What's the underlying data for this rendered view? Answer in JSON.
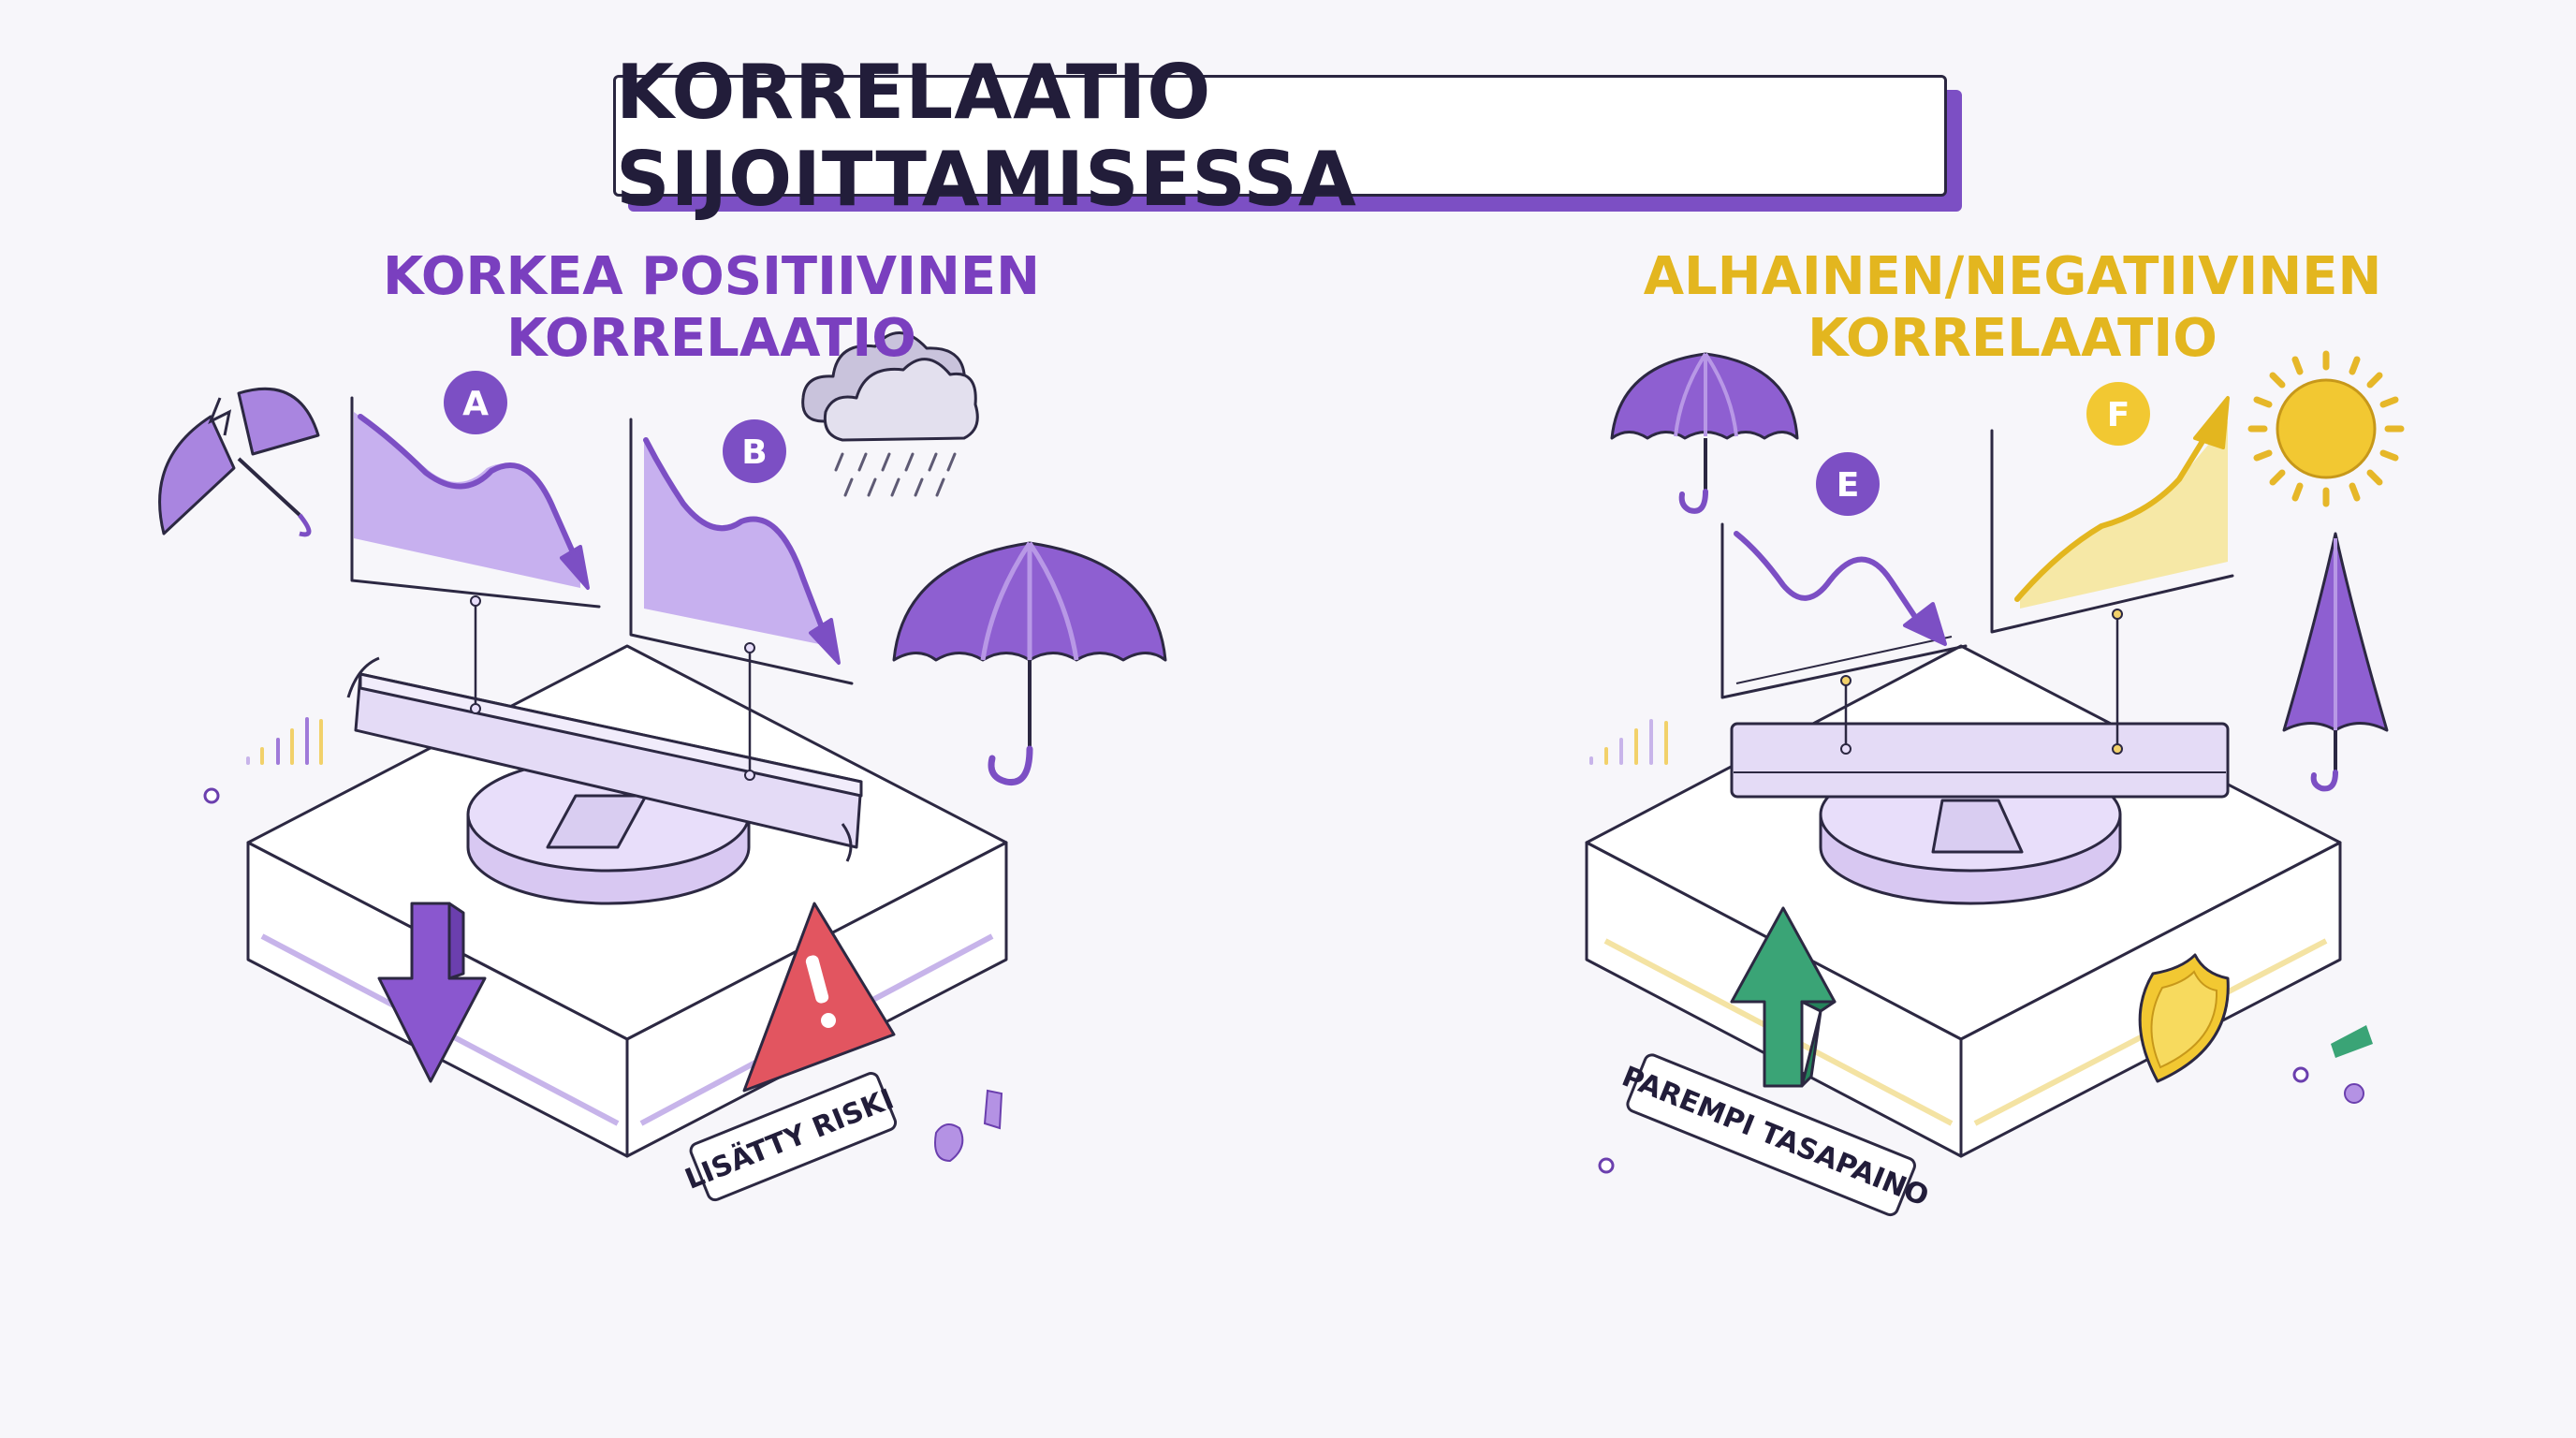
{
  "title": "KORRELAATIO SIJOITTAMISESSA",
  "left_panel": {
    "heading_line1": "KORKEA POSITIIVINEN",
    "heading_line2": "KORRELAATIO",
    "chart_a_badge": "A",
    "chart_b_badge": "B",
    "label": "LISÄTTY RISKI",
    "accent_color": "#8e5fd1"
  },
  "right_panel": {
    "heading_line1": "ALHAINEN/NEGATIIVINEN",
    "heading_line2": "KORRELAATIO",
    "chart_e_badge": "E",
    "chart_f_badge": "F",
    "label": "PAREMPI TASAPAINO",
    "accent_color": "#f0c22e"
  },
  "colors": {
    "purple": "#7e4fc9",
    "light_purple": "#cdbbee",
    "yellow": "#f2c832",
    "red": "#e25560",
    "green": "#3aa476",
    "outline": "#2c2842"
  }
}
